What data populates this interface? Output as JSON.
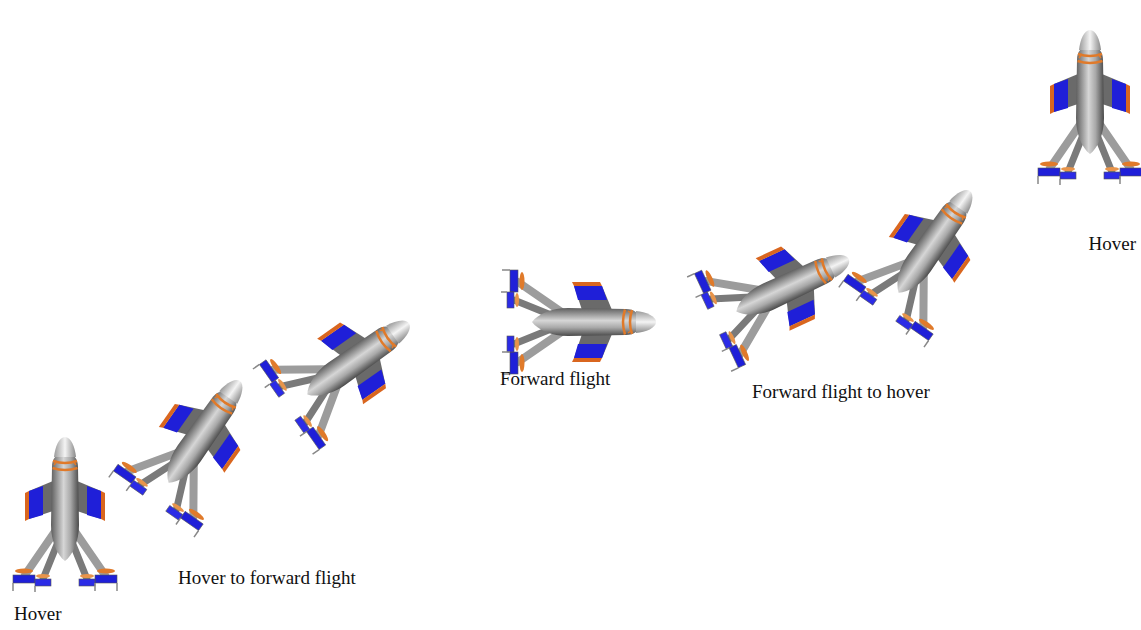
{
  "diagram": {
    "labels": [
      "Hover",
      "Hover to forward flight",
      "Forward flight",
      "Forward flight to hover",
      "Hover"
    ]
  }
}
